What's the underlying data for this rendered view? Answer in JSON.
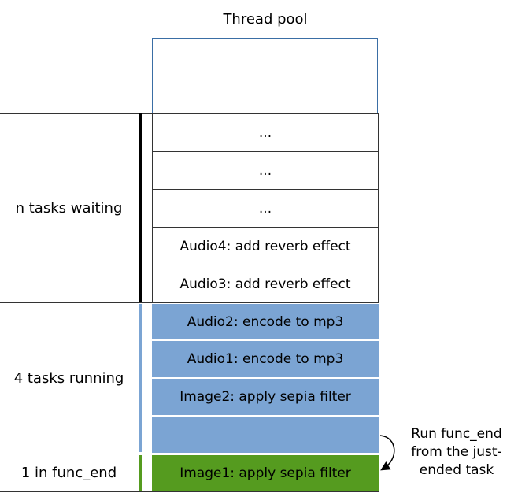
{
  "title": "Thread pool",
  "groups": {
    "waiting": "n tasks waiting",
    "running": "4 tasks running",
    "ending": "1 in func_end"
  },
  "slots": [
    "...",
    "...",
    "...",
    "Audio4: add reverb effect",
    "Audio3: add reverb effect",
    "Audio2: encode to mp3",
    "Audio1: encode to mp3",
    "Image2: apply sepia filter",
    "",
    "Image1: apply sepia filter"
  ],
  "note": "Run func_end from the just-ended task",
  "colors": {
    "waiting_bar": "#000000",
    "running": "#7ba4d3",
    "ending": "#559b1f"
  }
}
